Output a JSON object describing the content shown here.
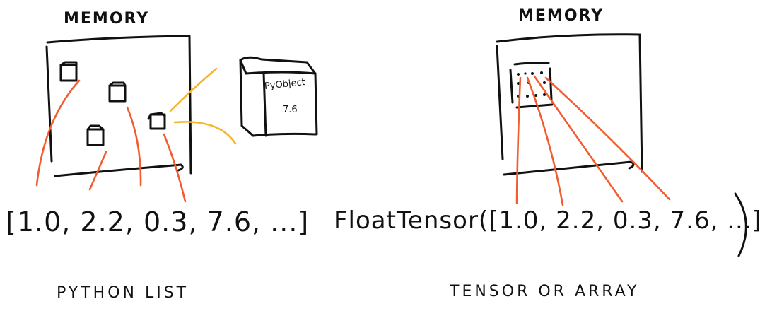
{
  "left_panel": {
    "title": "MEMORY",
    "list_literal": "[1.0, 2.2, 0.3, 7.6, ...]",
    "caption": "PYTHON LIST",
    "pyobject": {
      "label": "PyObject",
      "value": "7.6"
    },
    "boxed_values_count": 4
  },
  "right_panel": {
    "title": "MEMORY",
    "tensor_literal": "FloatTensor([1.0, 2.2, 0.3, 7.6, ...])",
    "caption": "TENSOR OR ARRAY"
  },
  "colors": {
    "ink": "#111111",
    "pointer": "#f25c2e",
    "detail": "#f5b52c",
    "background": "#ffffff"
  }
}
